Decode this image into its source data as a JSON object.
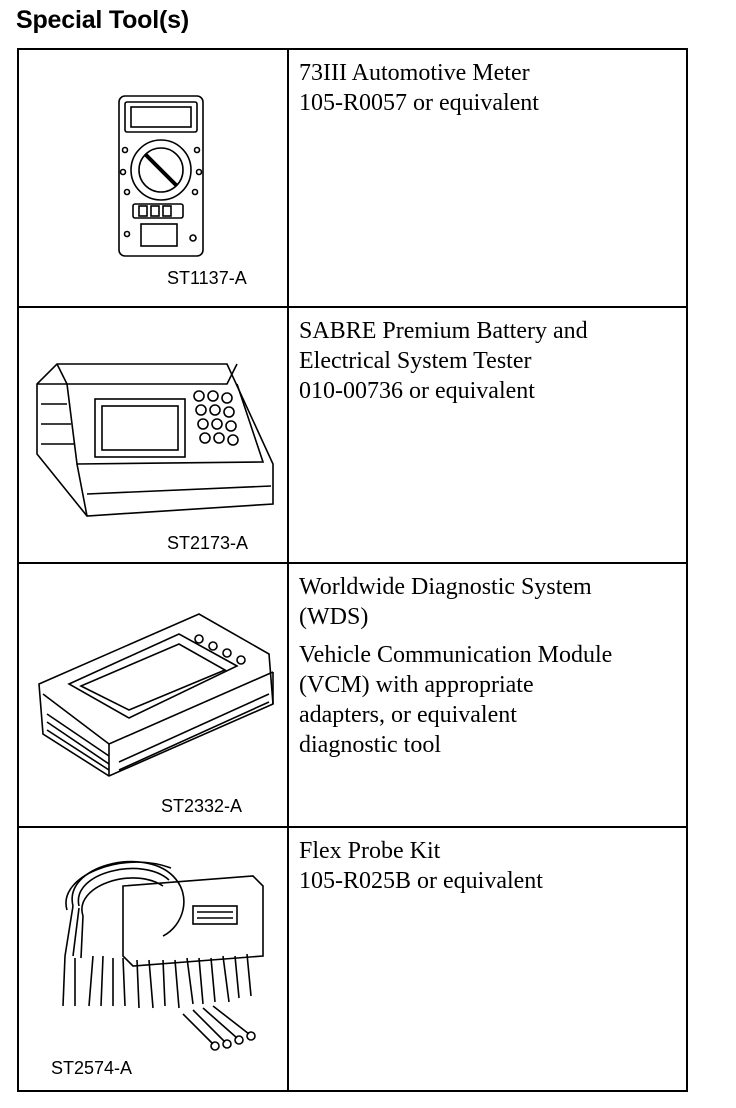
{
  "title": "Special Tool(s)",
  "tools": [
    {
      "code": "ST1137-A",
      "lines": [
        "73III Automotive Meter",
        "105-R0057 or equivalent"
      ],
      "icon": "multimeter-icon"
    },
    {
      "code": "ST2173-A",
      "lines": [
        "SABRE Premium Battery and",
        "Electrical System Tester",
        "010-00736 or equivalent"
      ],
      "icon": "battery-tester-icon"
    },
    {
      "code": "ST2332-A",
      "lines": [
        "Worldwide Diagnostic System",
        "(WDS)"
      ],
      "lines2": [
        "Vehicle Communication Module",
        "(VCM) with appropriate",
        "adapters, or equivalent",
        "diagnostic tool"
      ],
      "icon": "diagnostic-system-icon"
    },
    {
      "code": "ST2574-A",
      "lines": [
        "Flex Probe Kit",
        "105-R025B or equivalent"
      ],
      "icon": "probe-kit-icon"
    }
  ]
}
